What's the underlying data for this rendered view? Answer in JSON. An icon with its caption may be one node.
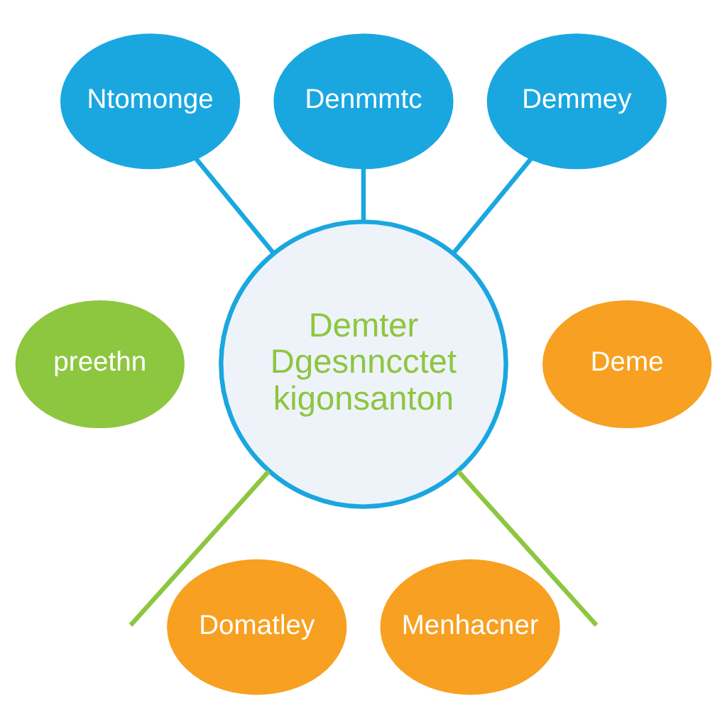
{
  "diagram": {
    "nodes": [
      {
        "text": [
          "Denmmtc"
        ]
      },
      {
        "text": [
          "Ntomonge"
        ]
      },
      {
        "text": [
          "Demmey"
        ]
      },
      {
        "text": [
          "Demter Dgesnncctet kigonsanton"
        ]
      },
      {
        "text": [
          "preethn"
        ]
      },
      {
        "text": [
          "Deme"
        ]
      },
      {
        "text": [
          "Domatley"
        ]
      },
      {
        "text": [
          "Menhacner"
        ]
      }
    ],
    "edges": [
      {
        "from": 0,
        "to": 3,
        "arrow": "none"
      },
      {
        "from": 1,
        "to": 3,
        "arrow": "none"
      },
      {
        "from": 2,
        "to": 3,
        "arrow": "none"
      },
      {
        "from": 3,
        "to": null,
        "arrow": "none",
        "color": "#8dc63f"
      },
      {
        "from": 3,
        "to": null,
        "arrow": "none",
        "color": "#8dc63f"
      }
    ]
  }
}
